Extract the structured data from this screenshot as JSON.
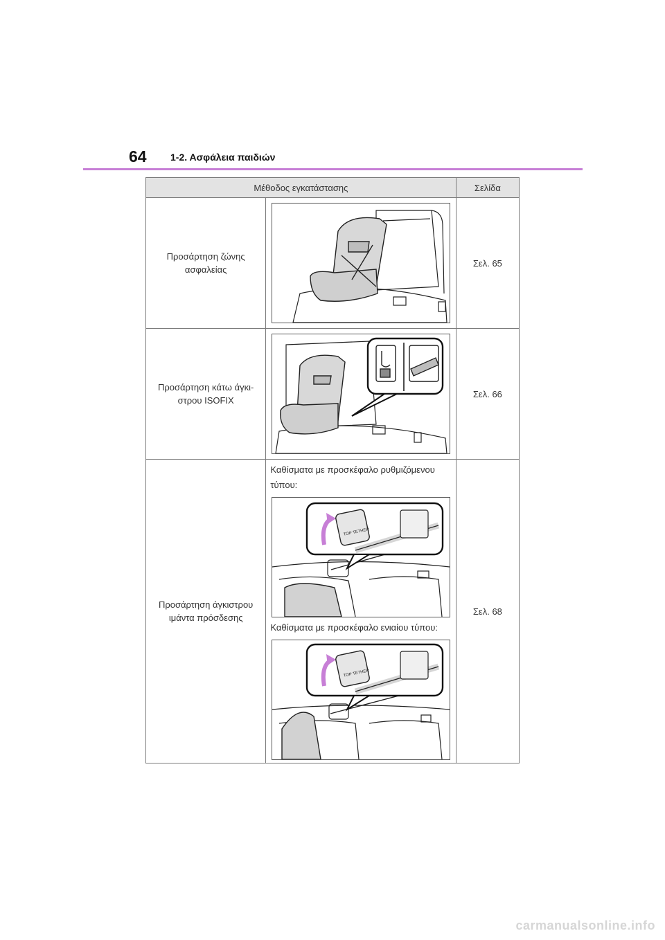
{
  "header": {
    "page_number": "64",
    "section_title": "1-2. Ασφάλεια παιδιών",
    "rule_color": "#c77fd6"
  },
  "table": {
    "columns": [
      "Μέθοδος εγκατάστασης",
      "",
      "Σελίδα"
    ],
    "rows": [
      {
        "method": "Προσάρτηση ζώνης ασφαλείας",
        "page": "Σελ. 65",
        "figure_icon": "child-seat-seatbelt-icon"
      },
      {
        "method": "Προσάρτηση κάτω άγκι-στρου ISOFIX",
        "page": "Σελ. 66",
        "figure_icon": "child-seat-isofix-icon"
      },
      {
        "method": "Προσάρτηση άγκιστρου ιμάντα πρόσδεσης",
        "page": "Σελ. 68",
        "caption_adjustable": "Καθίσματα με προσκέφαλο ρυθμιζόμενου τύπου:",
        "caption_integrated": "Καθίσματα με προσκέφαλο ενιαίου τύπου:",
        "tether_label": "TOP TETHER",
        "figure_icon": "top-tether-icon"
      }
    ]
  },
  "footer": {
    "watermark": "carmanualsonline.info"
  }
}
